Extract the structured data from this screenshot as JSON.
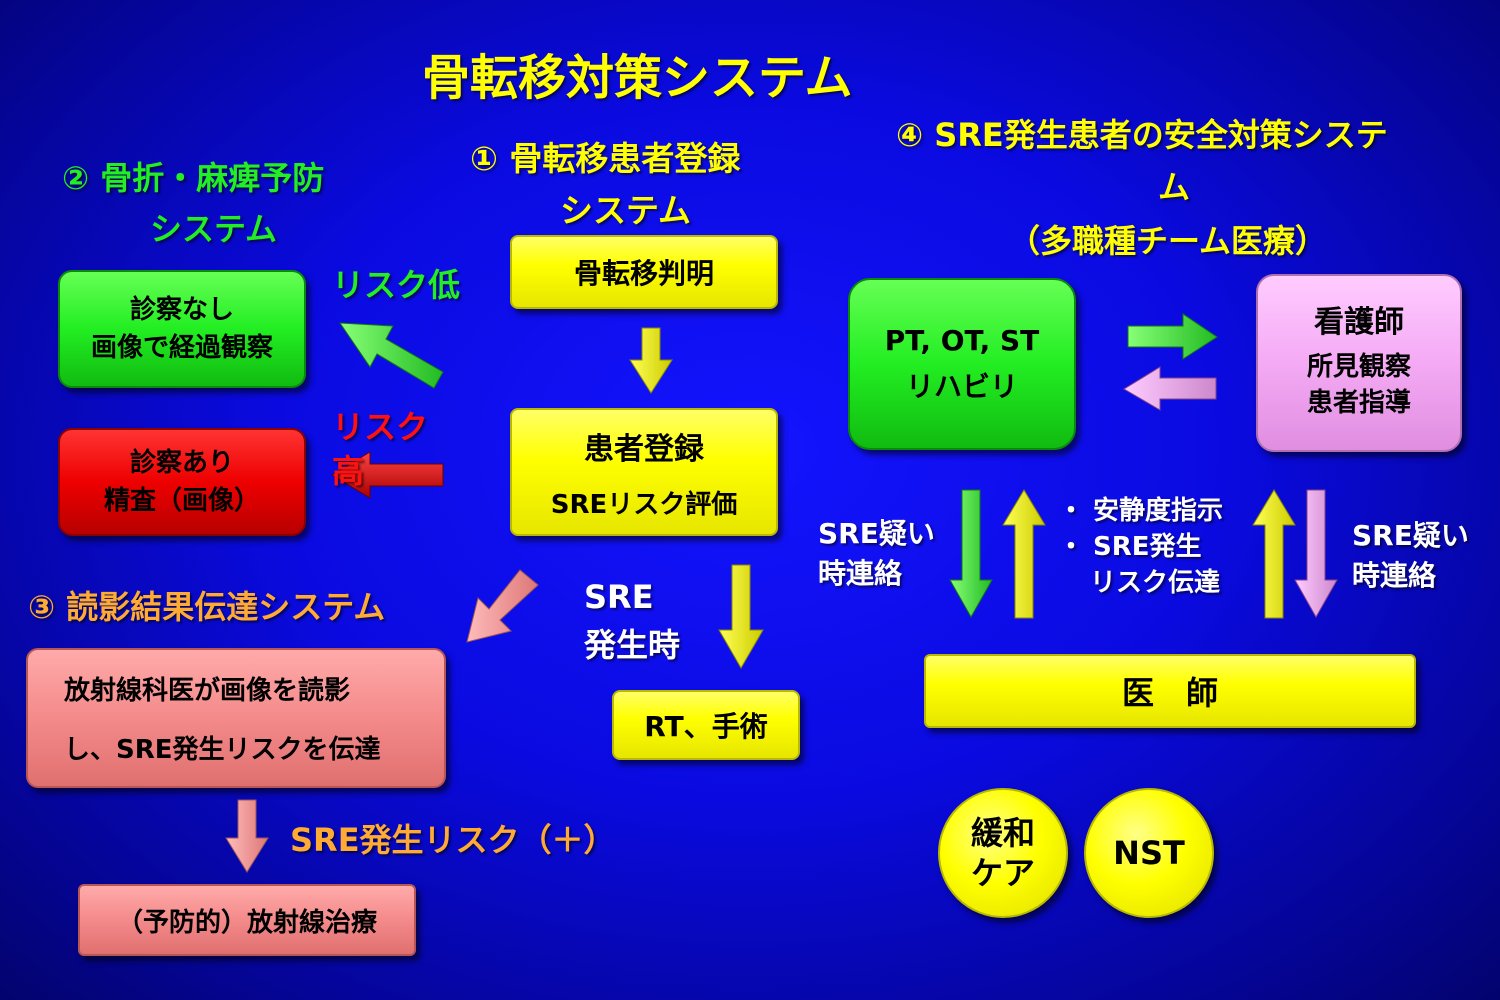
{
  "title": "骨転移対策システム",
  "sec1": {
    "line1": "① 骨転移患者登録",
    "line2": "システム"
  },
  "sec2": {
    "line1": "② 骨折・麻痺予防",
    "line2": "システム"
  },
  "sec3": {
    "label": "③ 読影結果伝達システム"
  },
  "sec4": {
    "line1": "④ SRE発生患者の安全対策システ",
    "line2": "ム",
    "line3": "（多職種チーム医療）"
  },
  "flow": {
    "discovery": "骨転移判明",
    "registration": {
      "line1": "患者登録",
      "line2": "SREリスク評価"
    },
    "sre_when": {
      "line1": "SRE",
      "line2": "発生時"
    },
    "rt_surgery": "RT、手術"
  },
  "risk": {
    "low_label": "リスク低",
    "high_label_1": "リスク",
    "high_label_2": "高",
    "low_box": {
      "line1": "診察なし",
      "line2": "画像で経過観察"
    },
    "high_box": {
      "line1": "診察あり",
      "line2": "精査（画像）"
    }
  },
  "reading": {
    "box": {
      "line1": "放射線科医が画像を読影",
      "line2": "し、SRE発生リスクを伝達"
    },
    "risk_plus": "SRE発生リスク（＋）",
    "treatment": "（予防的）放射線治療"
  },
  "team": {
    "rehab": {
      "line1": "PT, OT, ST",
      "line2": "リハビリ"
    },
    "nurse": {
      "line1": "看護師",
      "line2": "所見観察",
      "line3": "患者指導"
    },
    "contact_left": {
      "line1": "SRE疑い",
      "line2": "時連絡"
    },
    "contact_right": {
      "line1": "SRE疑い",
      "line2": "時連絡"
    },
    "bullets": [
      "・ 安静度指示",
      "・  SRE発生",
      "リスク伝達"
    ],
    "doctor": "医　師",
    "palliative": {
      "line1": "緩和",
      "line2": "ケア"
    },
    "nst": "NST"
  },
  "colors": {
    "background": "#0a0ae0",
    "title": "#ffff00",
    "green": "#22ee22",
    "orange": "#ffaa33",
    "red": "#ff0000",
    "yellow": "#ffff00",
    "pink": "#f48a8a",
    "violet": "#f4aaf4"
  }
}
